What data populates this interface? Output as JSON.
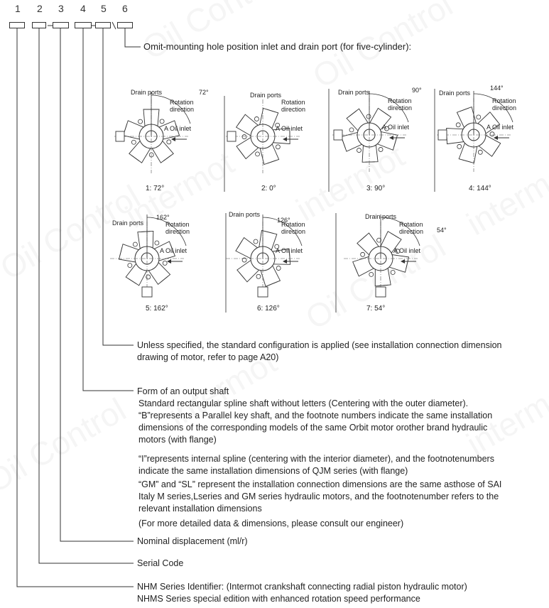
{
  "code_positions": [
    "1",
    "2",
    "3",
    "4",
    "5",
    "6"
  ],
  "header_line": "Omit-mounting hole position inlet and drain port (for five-cylinder):",
  "diagram_labels": {
    "drain": "Drain ports",
    "rotation": "Rotation direction",
    "inlet": "A  Oil  inlet"
  },
  "variants": [
    {
      "angle": "72°",
      "caption": "1: 72°"
    },
    {
      "angle": "",
      "caption": "2:  0°"
    },
    {
      "angle": "90°",
      "caption": "3: 90°"
    },
    {
      "angle": "144°",
      "caption": "4:  144°"
    },
    {
      "angle": "162°",
      "caption": "5: 162°"
    },
    {
      "angle": "126°",
      "caption": "6: 126°"
    },
    {
      "angle": "54°",
      "caption": "7:  54°"
    }
  ],
  "descriptions": {
    "d5": [
      "Unless specified, the standard configuration is applied (see installation connection dimension",
      "drawing of motor,   refer to page A20)"
    ],
    "d4": [
      "Form of an output shaft",
      "Standard rectangular spline shaft without letters (Centering with the outer diameter).",
      "“B”represents a Parallel key shaft, and the footnote numbers indicate the same installation",
      "dimensions of the corresponding models of the same Orbit motor orother brand hydraulic",
      "motors (with flange)",
      "“I”represents internal spline (centering with the interior diameter), and the footnotenumbers",
      "indicate the same installation dimensions of QJM series (with flange)",
      "“GM” and “SL” represent the installation connection dimensions are the same asthose of SAI",
      " Italy M series,Lseries and GM series hydraulic motors, and the footnotenumber refers to the",
      " relevant installation dimensions",
      "(For more detailed data & dimensions, please consult our engineer)"
    ],
    "d3": "Nominal displacement (ml/r)",
    "d2": "Serial Code",
    "d1": [
      "NHM Series Identifier: (Intermot crankshaft connecting radial piston hydraulic motor)",
      "NHMS Series special edition with enhanced rotation speed performance"
    ]
  },
  "watermarks": [
    "Oil Control",
    "intermot"
  ]
}
